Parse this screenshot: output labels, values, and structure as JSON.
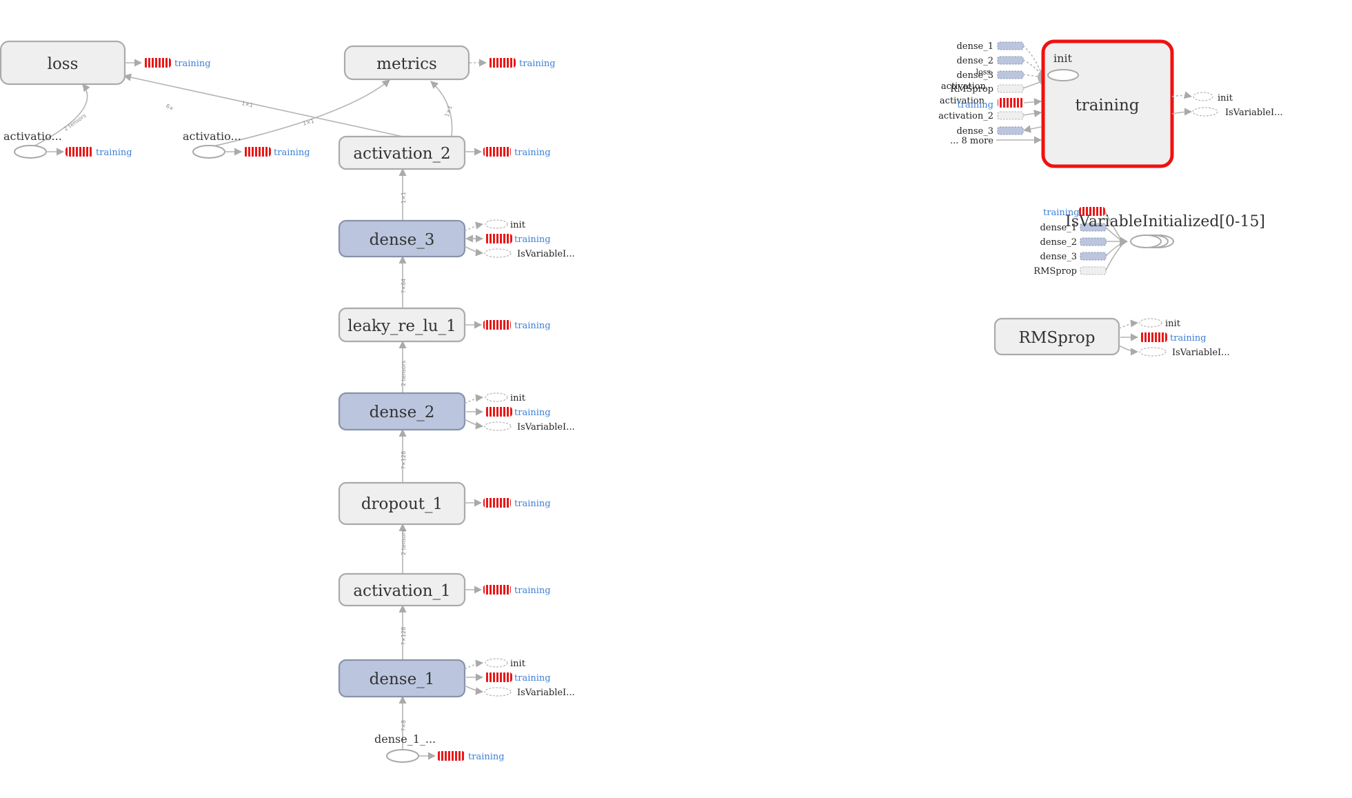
{
  "main": {
    "loss": "loss",
    "metrics": "metrics",
    "activation_2": "activation_2",
    "dense_3": "dense_3",
    "leaky_re_lu_1": "leaky_re_lu_1",
    "dense_2": "dense_2",
    "dropout_1": "dropout_1",
    "activation_1": "activation_1",
    "dense_1": "dense_1",
    "dense_1_input": "dense_1_...",
    "activation_a": "activatio...",
    "activation_b": "activatio..."
  },
  "aux": {
    "training": "training",
    "init": "init",
    "is_var": "IsVariableI..."
  },
  "edges": {
    "e_2tensors": "2 tensors",
    "e_1x1": "1×1",
    "e_6x": "6×",
    "e_1x128": "?×128",
    "e_1x64": "?×64",
    "e_1x8": "?×8"
  },
  "right": {
    "training_title": "training",
    "init": "init",
    "in_dense_1": "dense_1",
    "in_dense_2": "dense_2",
    "in_dense_3": "dense_3",
    "in_loss": "loss",
    "in_rmsprop": "RMSprop",
    "in_activation": "activation",
    "in_activation_2": "activation_2",
    "in_training": "training",
    "in_more": "... 8 more",
    "out_init": "init",
    "out_isvar": "IsVariableI...",
    "isvar_title": "IsVariableInitialized[0-15]",
    "isvar_training": "training",
    "isvar_dense_1": "dense_1",
    "isvar_dense_2": "dense_2",
    "isvar_dense_3": "dense_3",
    "isvar_rmsprop": "RMSprop",
    "rmsprop_title": "RMSprop",
    "rms_init": "init",
    "rms_training": "training",
    "rms_isvar": "IsVariableI..."
  },
  "colors": {
    "dense_fill": "#bbc6de",
    "op_fill": "#efefef",
    "selected_border": "#f01010",
    "training_chip": "#e81818",
    "link_blue": "#3b7fd4"
  }
}
